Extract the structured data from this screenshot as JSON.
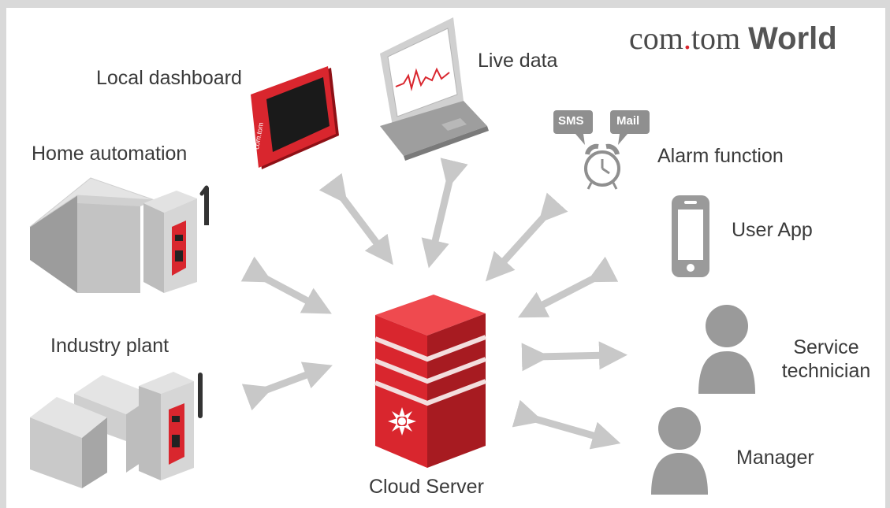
{
  "brand": {
    "part1": "com",
    "dot": ".",
    "part2": "tom ",
    "part3": "World"
  },
  "nodes": {
    "local_dashboard": "Local dashboard",
    "live_data": "Live data",
    "home_automation": "Home automation",
    "alarm_function": "Alarm function",
    "user_app": "User App",
    "industry_plant": "Industry plant",
    "service_technician_line1": "Service",
    "service_technician_line2": "technician",
    "manager": "Manager",
    "cloud_server": "Cloud Server"
  },
  "alarm_badges": {
    "sms": "SMS",
    "mail": "Mail"
  },
  "device_text": {
    "panel_logo": "com.tom"
  },
  "colors": {
    "brand_red": "#d9262e",
    "arrow_gray": "#c8c8c8",
    "icon_gray": "#9a9a9a",
    "text": "#3a3a3a"
  }
}
